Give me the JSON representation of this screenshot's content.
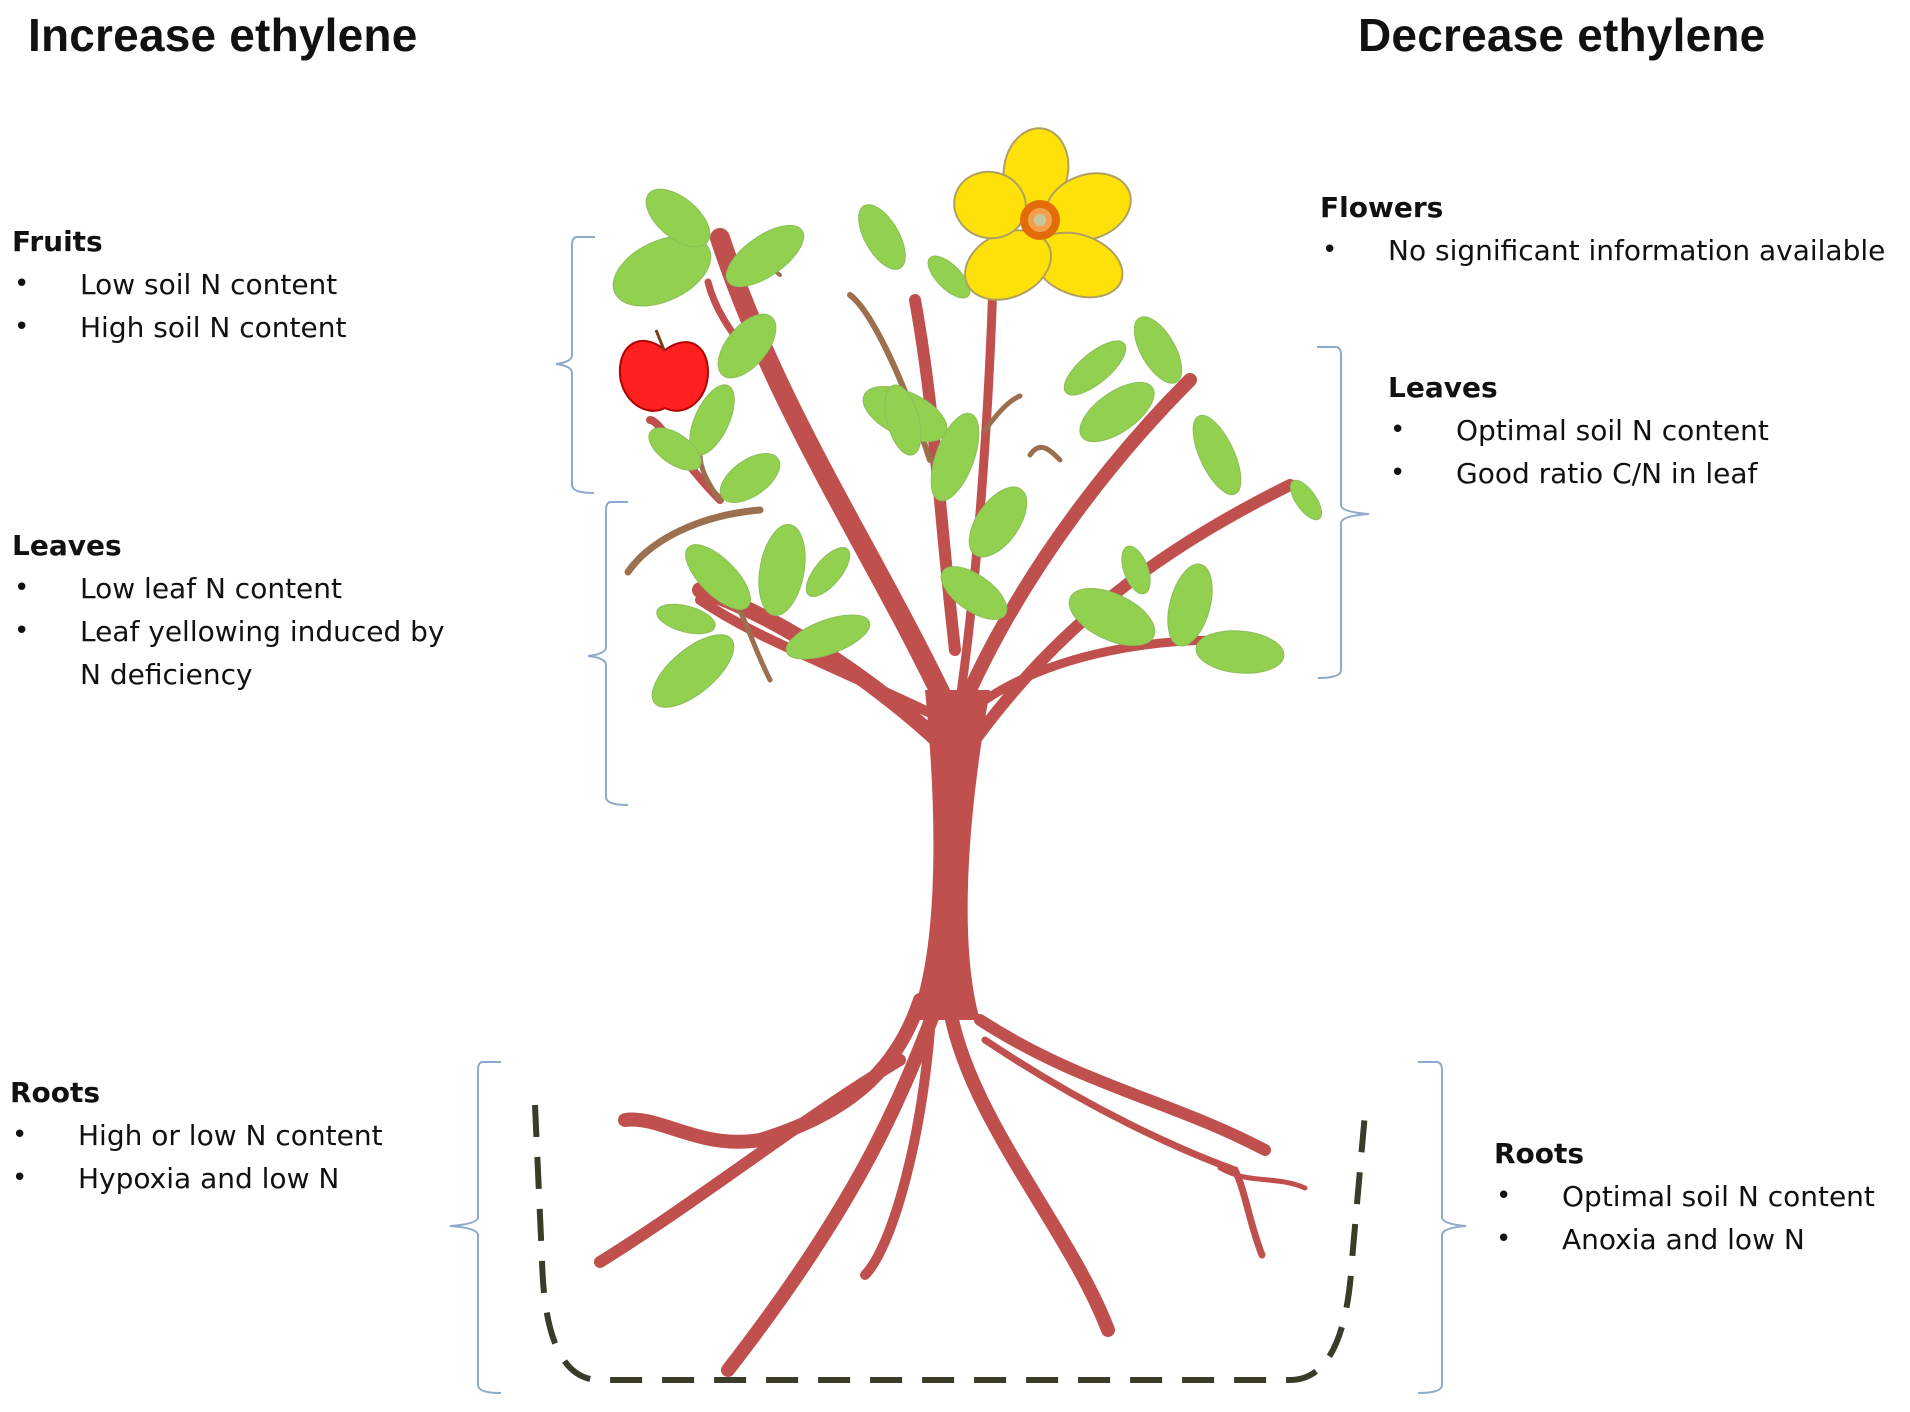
{
  "headings": {
    "left": "Increase ethylene",
    "right": "Decrease ethylene"
  },
  "increase": {
    "fruits": {
      "title": "Fruits",
      "items": [
        "Low soil N content",
        "High soil N content"
      ]
    },
    "leaves": {
      "title": "Leaves",
      "items": [
        "Low leaf N content",
        "Leaf yellowing induced by N deficiency"
      ]
    },
    "roots": {
      "title": "Roots",
      "items": [
        "High or low N content",
        "Hypoxia and low N"
      ]
    }
  },
  "decrease": {
    "flowers": {
      "title": "Flowers",
      "items": [
        "No significant information available"
      ]
    },
    "leaves": {
      "title": "Leaves",
      "items": [
        "Optimal soil N content",
        "Good ratio C/N in leaf"
      ]
    },
    "roots": {
      "title": "Roots",
      "items": [
        "Optimal soil N content",
        "Anoxia and low N"
      ]
    }
  },
  "colors": {
    "trunk": "#c0504d",
    "twig": "#9c6f4f",
    "leaf": "#92d050",
    "apple": "#ff2020",
    "flower_petal": "#ffe10a",
    "flower_center": "#e36c09",
    "bracket": "#8ea9c9",
    "pot": "#3b3b2a"
  },
  "icons": [
    "tree-illustration",
    "apple-icon",
    "flower-icon",
    "pot-outline",
    "bracket"
  ]
}
